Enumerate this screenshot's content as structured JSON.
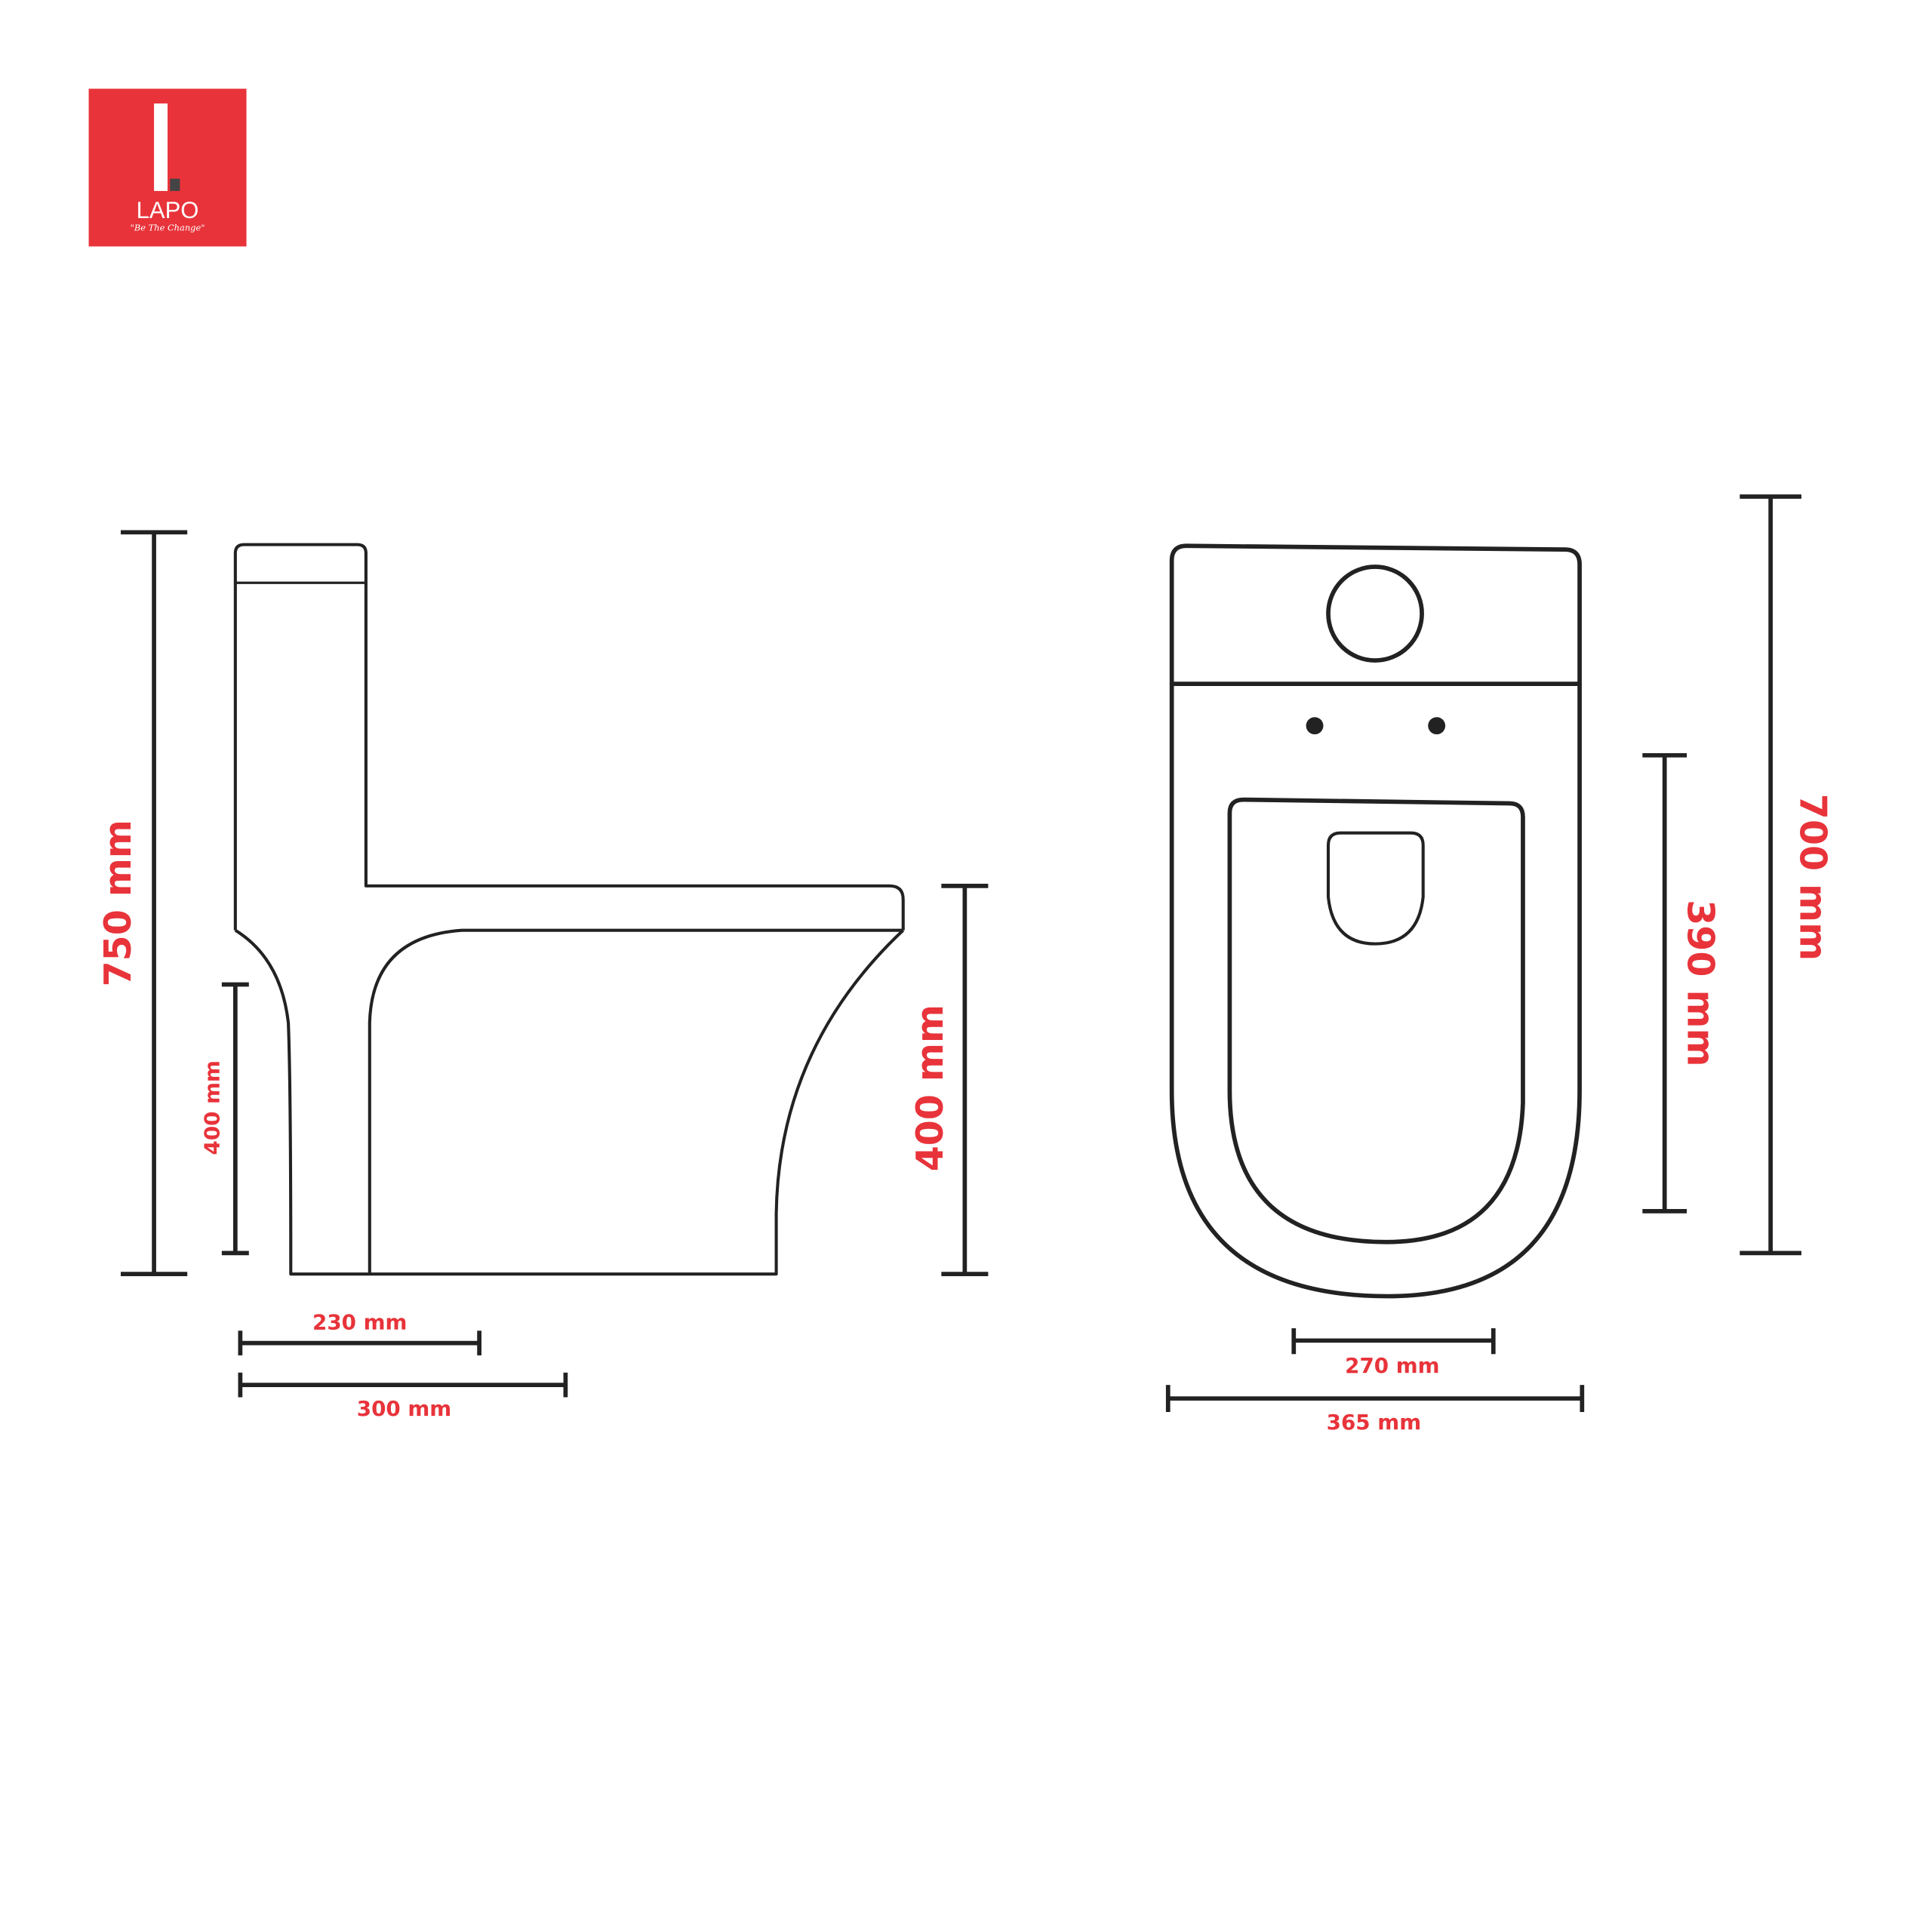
{
  "logo": {
    "name": "LAPO",
    "tagline": "\"Be The Change\"",
    "background": "#e8333a"
  },
  "colors": {
    "dimension_text": "#e8333a",
    "line": "#222222"
  },
  "side_view": {
    "height_total": "750 mm",
    "height_rear": "400 mm",
    "height_seat": "400 mm",
    "width_a": "230 mm",
    "width_b": "300 mm"
  },
  "front_view": {
    "height_total": "700 mm",
    "height_seat": "390 mm",
    "width_inner": "270 mm",
    "width_total": "365 mm"
  }
}
